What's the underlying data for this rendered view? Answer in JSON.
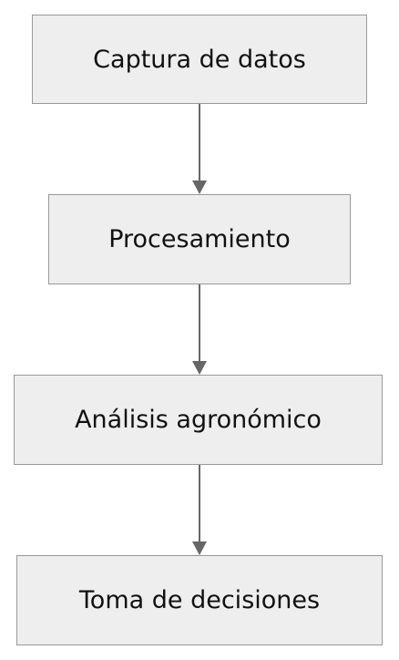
{
  "diagram": {
    "type": "flowchart",
    "direction": "top-to-bottom",
    "nodes": [
      {
        "id": "n1",
        "label": "Captura de datos"
      },
      {
        "id": "n2",
        "label": "Procesamiento"
      },
      {
        "id": "n3",
        "label": "Análisis agronómico"
      },
      {
        "id": "n4",
        "label": "Toma de decisiones"
      }
    ],
    "edges": [
      {
        "from": "n1",
        "to": "n2"
      },
      {
        "from": "n2",
        "to": "n3"
      },
      {
        "from": "n3",
        "to": "n4"
      }
    ]
  },
  "colors": {
    "node_fill": "#eeeeee",
    "node_border": "#999999",
    "edge": "#666666",
    "text": "#111111"
  }
}
